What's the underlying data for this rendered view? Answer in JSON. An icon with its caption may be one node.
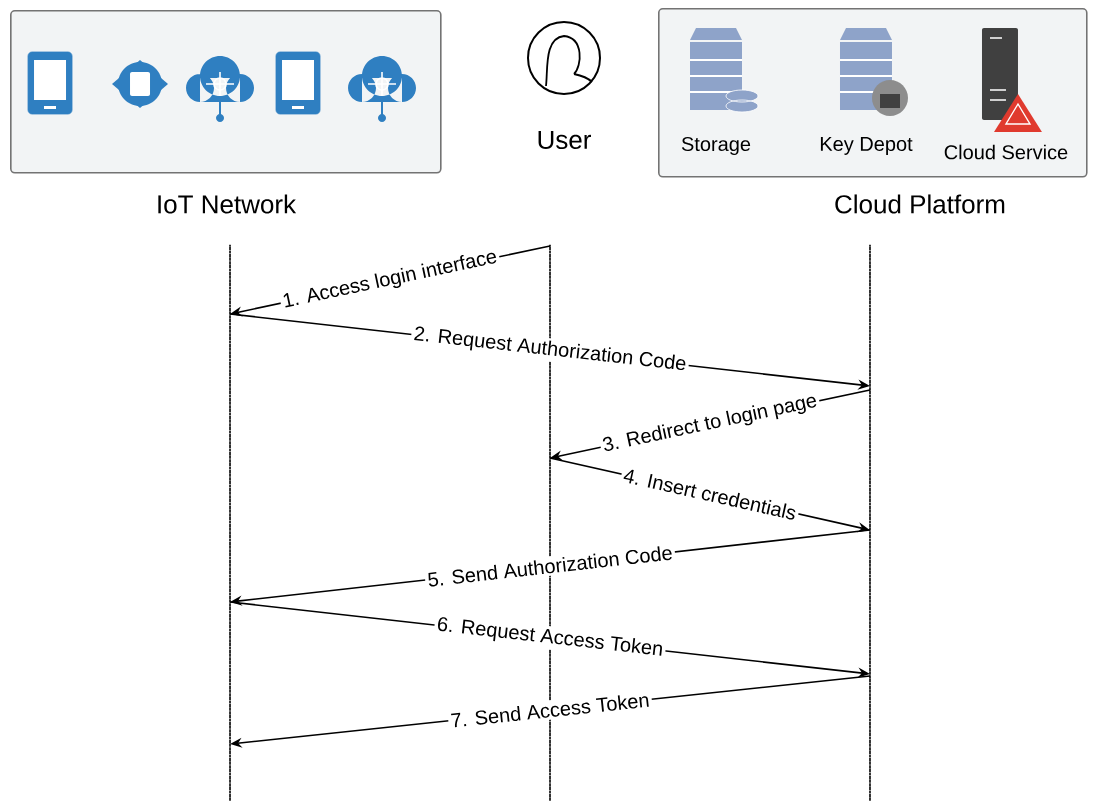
{
  "diagram": {
    "nodes": [
      {
        "text": [
          "IoT Network"
        ]
      },
      {
        "text": [
          "User"
        ]
      },
      {
        "text": [
          "Cloud Platform"
        ]
      },
      {
        "text": [
          "Storage"
        ],
        "in": 2
      },
      {
        "text": [
          "Key Depot"
        ],
        "in": 2
      },
      {
        "text": [
          "Cloud Service"
        ],
        "in": 2
      },
      {
        "text": [],
        "shape": "line"
      },
      {
        "text": [],
        "shape": "line"
      },
      {
        "text": [],
        "shape": "line"
      }
    ],
    "edges": [
      {
        "from": 7,
        "to": 6,
        "arrow": "to",
        "label": "1. Access login interface"
      },
      {
        "from": 6,
        "to": 8,
        "arrow": "to",
        "label": "2. Request Authorization Code"
      },
      {
        "from": 8,
        "to": 7,
        "arrow": "to",
        "label": "3. Redirect to login page"
      },
      {
        "from": 7,
        "to": 8,
        "arrow": "to",
        "label": "4. Insert credentials"
      },
      {
        "from": 8,
        "to": 6,
        "arrow": "to",
        "label": "5. Send Authorization Code"
      },
      {
        "from": 6,
        "to": 8,
        "arrow": "to",
        "label": "6. Request Access Token"
      },
      {
        "from": 8,
        "to": 6,
        "arrow": "to",
        "label": "7. Send Access Token"
      }
    ]
  }
}
